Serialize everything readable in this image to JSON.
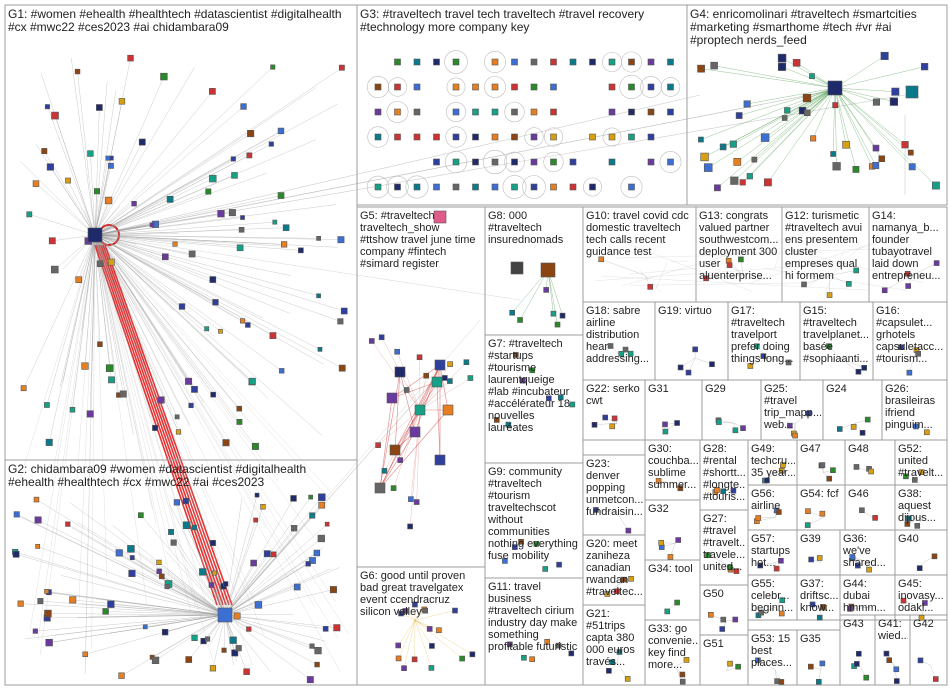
{
  "colors": {
    "edge": "#9a9a9a",
    "edge_strong": "#e01010",
    "box_border": "#9e9e9e",
    "label": "#222222",
    "node_palette": [
      "#1f2a6b",
      "#2e3f9e",
      "#3c6fd1",
      "#6a3a9e",
      "#c33",
      "#2a8a2a",
      "#d8a010",
      "#0a7a8a",
      "#666",
      "#8b4513",
      "#e67e22",
      "#16a085"
    ]
  },
  "groups": [
    {
      "id": "G1",
      "label": "G1: #women #ehealth #healthtech #datascientist #digitalhealth\n#cx #mwc22 #ces2023 #ai chidambara09"
    },
    {
      "id": "G2",
      "label": "G2: chidambara09 #women #datascientist #digitalhealth\n#ehealth #healthtech #cx #mwc22 #ai #ces2023"
    },
    {
      "id": "G3",
      "label": "G3: #traveltech travel tech traveltech #travel recovery\n#technology more company key"
    },
    {
      "id": "G4",
      "label": "G4: enricomolinari #traveltech #smartcities\n#marketing #smarthome #tech #vr #ai\n#proptech nerds_feed"
    },
    {
      "id": "G5",
      "label": "G5: #traveltech\ntraveltech_show\n#ttshow travel june time\ncompany #fintech\n#simard register"
    },
    {
      "id": "G6",
      "label": "G6: good until proven\nbad great travelgatex\nevent ccendracruz\nsilicon valley"
    },
    {
      "id": "G7",
      "label": "G7: #traveltech\n#startups\n#tourisme\nlaurentqueige\n#lab #incubateur\n#accélérateur 18\nnouvelles\nlauréates"
    },
    {
      "id": "G8",
      "label": "G8: 000\n#traveltech\ninsurednomads"
    },
    {
      "id": "G9",
      "label": "G9: community\n#traveltech\n#tourism\ntraveltechscot\nwithout\ncommunities\nnothing everything\nfuse mobility"
    },
    {
      "id": "G10",
      "label": "G10: travel covid cdc\ndomestic traveltech\ntech calls recent\nguidance test"
    },
    {
      "id": "G11",
      "label": "G11: travel\nbusiness\n#traveltech cirium\nindustry day make\nsomething\nprofitable futuristic"
    },
    {
      "id": "G12",
      "label": "G12: turismetic\n#traveltech avui\nens presentem\ncluster\nempreses qual\nhi formem"
    },
    {
      "id": "G13",
      "label": "G13: congrats\nvalued partner\nsouthwestcom...\ndeployment 300\nuser\naluenterprise..."
    },
    {
      "id": "G14",
      "label": "G14:\nnamanya_b...\nfounder\ntubayotravel\nlaid down\nentrepreneu..."
    },
    {
      "id": "G15",
      "label": "G15:\n#traveltech\ntravelplanet...\nbasée\n#sophiaanti..."
    },
    {
      "id": "G16",
      "label": "G16:\n#capsulet...\ngrhotels\ncapsuletacc...\n#tourism..."
    },
    {
      "id": "G17",
      "label": "G17:\n#traveltech\ntravelport\nprefer doing\nthings long..."
    },
    {
      "id": "G18",
      "label": "G18: sabre\nairline\ndistribution\nhear\naddressing..."
    },
    {
      "id": "G19",
      "label": "G19: virtuo"
    },
    {
      "id": "G20",
      "label": "G20: meet\nzaniheza\ncanadian\nrwandan\n#traveltec..."
    },
    {
      "id": "G21",
      "label": "G21:\n#51trips\ncapta 380\n000 euros\ntravés..."
    },
    {
      "id": "G22",
      "label": "G22: serko\ncwt"
    },
    {
      "id": "G23",
      "label": "G23:\ndenver\npopping\nunmetcon...\nfundraisin..."
    },
    {
      "id": "G24",
      "label": "G24"
    },
    {
      "id": "G25",
      "label": "G25:\n#travel\ntrip_mapp...\nweb..."
    },
    {
      "id": "G26",
      "label": "G26:\nbrasileiras\nifriend\npinguim..."
    },
    {
      "id": "G27",
      "label": "G27:\n#travel\n#travelt...\ntravele...\nunited..."
    },
    {
      "id": "G28",
      "label": "G28:\n#rental\n#shortt...\n#longte...\n#touris..."
    },
    {
      "id": "G29",
      "label": "G29"
    },
    {
      "id": "G30",
      "label": "G30:\ncouchba...\nsublime\nsummer..."
    },
    {
      "id": "G31",
      "label": "G31"
    },
    {
      "id": "G32",
      "label": "G32"
    },
    {
      "id": "G33",
      "label": "G33: go\nconvenie...\nkey find\nmore..."
    },
    {
      "id": "G34",
      "label": "G34: tool"
    },
    {
      "id": "G35",
      "label": "G35"
    },
    {
      "id": "G36",
      "label": "G36:\nwe've\nshared..."
    },
    {
      "id": "G37",
      "label": "G37:\ndriftsc...\nknow..."
    },
    {
      "id": "G38",
      "label": "G38:\naquest\ndijous..."
    },
    {
      "id": "G39",
      "label": "G39"
    },
    {
      "id": "G40",
      "label": "G40"
    },
    {
      "id": "G41",
      "label": "G41:\nwied..."
    },
    {
      "id": "G42",
      "label": "G42"
    },
    {
      "id": "G43",
      "label": "G43"
    },
    {
      "id": "G44",
      "label": "G44:\ndubai\nhmmm..."
    },
    {
      "id": "G45",
      "label": "G45:\ninovasy...\nodakl..."
    },
    {
      "id": "G46",
      "label": "G46"
    },
    {
      "id": "G47",
      "label": "G47"
    },
    {
      "id": "G48",
      "label": "G48"
    },
    {
      "id": "G49",
      "label": "G49:\ntechcru...\n35 year..."
    },
    {
      "id": "G50",
      "label": "G50"
    },
    {
      "id": "G51",
      "label": "G51"
    },
    {
      "id": "G52",
      "label": "G52:\nunited\n#travelt..."
    },
    {
      "id": "G53",
      "label": "G53: 15\nbest\nplaces..."
    },
    {
      "id": "G54",
      "label": "G54: fcf"
    },
    {
      "id": "G55",
      "label": "G55:\ncelebr...\nbeginn..."
    },
    {
      "id": "G56",
      "label": "G56:\nairline"
    },
    {
      "id": "G57",
      "label": "G57:\nstartups\nhot..."
    }
  ]
}
